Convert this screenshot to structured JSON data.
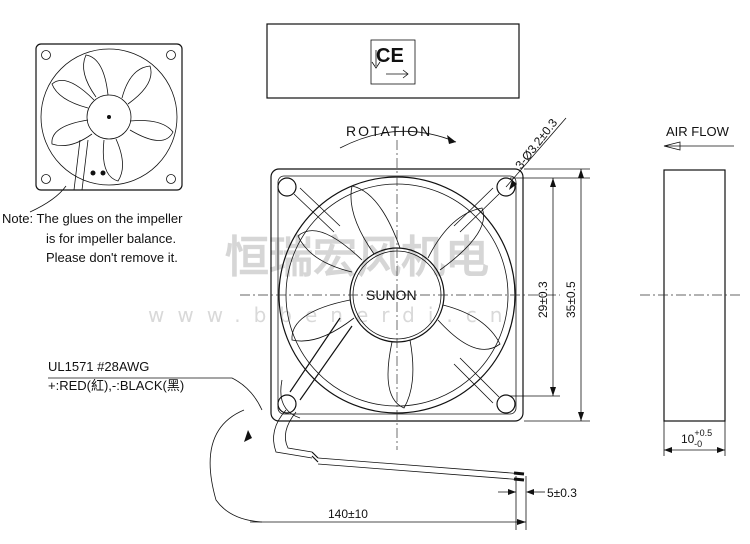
{
  "watermark": {
    "cn": "恒瑞宏风机电",
    "url": "www.bbenerdi.cn"
  },
  "note": {
    "line1": "Note:  The glues on the impeller",
    "line2": "is for impeller balance.",
    "line3": "Please don't remove it."
  },
  "rotation_label": "ROTATION",
  "airflow_label": "AIR FLOW",
  "hole_spec": "3-Ø3.2±0.3",
  "brand": "SUNON",
  "wire": {
    "line1": "UL1571  #28AWG",
    "line2": "+:RED(紅),-:BLACK(黑)"
  },
  "dimensions": {
    "inner": "29±0.3",
    "outer": "35±0.5",
    "lead_length": "140±10",
    "strip": "5±0.3",
    "thickness_base": "10",
    "thickness_sup": "+0.5",
    "thickness_sub": "-0"
  },
  "label_box_icon": "ce-mark-icon"
}
